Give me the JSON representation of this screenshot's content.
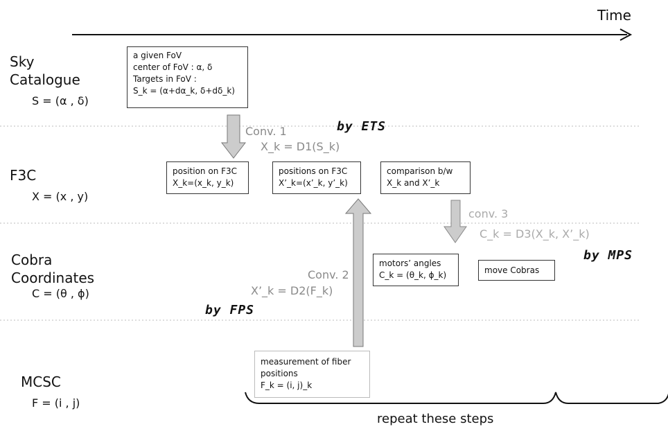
{
  "time_label": "Time",
  "rows": [
    {
      "label": "Sky",
      "label2": "Catalogue",
      "eq": "S = (α , δ)"
    },
    {
      "label": "F3C",
      "eq": "X = (x , y)"
    },
    {
      "label": "Cobra",
      "label2": "Coordinates",
      "eq": "C = (θ , ϕ)"
    },
    {
      "label": "MCSC",
      "eq": "F = (i , j)"
    }
  ],
  "boxes": {
    "fov": [
      "a given FoV",
      "center of FoV :  α, δ",
      "Targets in FoV :",
      "S_k = (α+dα_k, δ+dδ_k)"
    ],
    "pos_f3c": [
      "position on F3C",
      "X_k=(x_k, y_k)"
    ],
    "positions_f3c": [
      "positions on F3C",
      "X’_k=(x’_k, y’_k)"
    ],
    "comparison": [
      "comparison b/w",
      "X_k and X’_k"
    ],
    "motors": [
      "motors’ angles",
      "C_k = (θ_k, ϕ_k)"
    ],
    "move": "move Cobras",
    "measurement": [
      "measurement of fiber",
      "positions",
      "F_k = (i, j)_k"
    ]
  },
  "conversions": {
    "conv1_label": "Conv. 1",
    "conv1_eq": "X_k = D1(S_k)",
    "conv2_label": "Conv. 2",
    "conv2_eq": "X’_k = D2(F_k)",
    "conv3_label": "conv. 3",
    "conv3_eq": "C_k = D3(X_k, X’_k)"
  },
  "by_labels": {
    "ets": "by ETS",
    "mps": "by MPS",
    "fps": "by FPS"
  },
  "repeat_label": "repeat these steps"
}
